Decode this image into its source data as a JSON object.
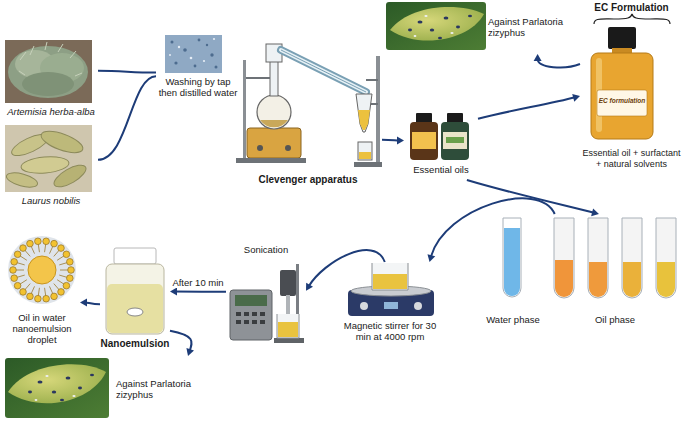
{
  "diagram": {
    "nodes": [
      {
        "text": [
          "Artemisia herba-alba"
        ]
      },
      {
        "text": [
          "Laurus nobilis"
        ]
      },
      {
        "text": [
          "Washing by tap then distilled water"
        ]
      },
      {
        "text": [
          "Clevenger apparatus"
        ]
      },
      {
        "text": [
          "Essential oils"
        ]
      },
      {
        "text": [
          "Against Parlatoria zizyphus"
        ]
      },
      {
        "text": [
          "EC Formulation",
          "Essential oil + surfactant + natural solvents"
        ]
      },
      {
        "text": [
          "Water phase"
        ]
      },
      {
        "text": [
          "Oil phase"
        ]
      },
      {
        "text": [
          "Magnetic stirrer for 30 min at 4000 rpm"
        ]
      },
      {
        "text": [
          "Sonication"
        ]
      },
      {
        "text": [
          "Nanoemulsion"
        ]
      },
      {
        "text": [
          "Oil in water nanoemulsion droplet"
        ]
      },
      {
        "text": [
          "Against Parlatoria zizyphus"
        ]
      }
    ],
    "edges": [
      {
        "from": 0,
        "to": 2,
        "arrow": "none"
      },
      {
        "from": 1,
        "to": 2,
        "arrow": "none"
      },
      {
        "from": 3,
        "to": 4,
        "arrow": "to"
      },
      {
        "from": 4,
        "to": 6,
        "arrow": "to"
      },
      {
        "from": 6,
        "to": 5,
        "arrow": "to"
      },
      {
        "from": 4,
        "to": 8,
        "arrow": "to"
      },
      {
        "from": 8,
        "to": 9,
        "arrow": "to"
      },
      {
        "from": 9,
        "to": 10,
        "arrow": "to"
      },
      {
        "from": 10,
        "to": 11,
        "label": "After 10 min",
        "arrow": "to"
      },
      {
        "from": 11,
        "to": 12,
        "arrow": "to"
      },
      {
        "from": 11,
        "to": 13,
        "arrow": "to"
      }
    ],
    "labels": [
      "EC formulation"
    ]
  }
}
